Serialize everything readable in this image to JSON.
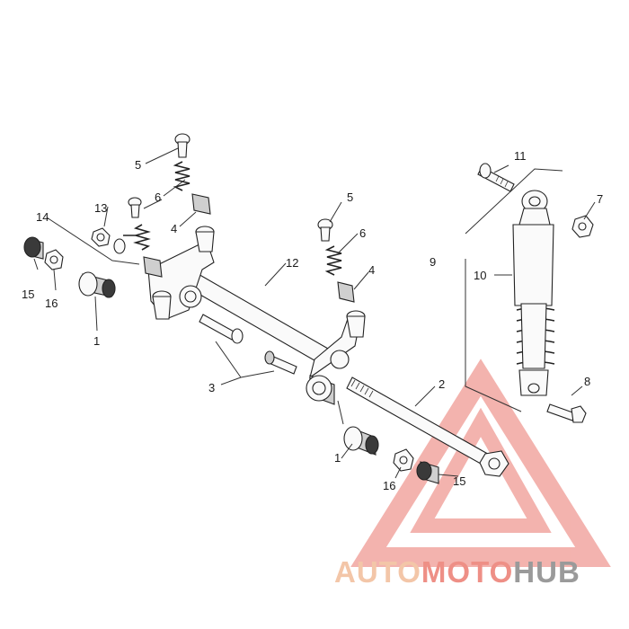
{
  "callouts": {
    "c1a": "1",
    "c1b": "1",
    "c2": "2",
    "c3": "3",
    "c4a": "4",
    "c4b": "4",
    "c5a": "5",
    "c5b": "5",
    "c6a": "6",
    "c6b": "6",
    "c7": "7",
    "c8": "8",
    "c9": "9",
    "c10": "10",
    "c11": "11",
    "c12": "12",
    "c13": "13",
    "c14": "14",
    "c15a": "15",
    "c15b": "15",
    "c16a": "16",
    "c16b": "16"
  },
  "watermark": {
    "part1": "AUTO",
    "part2": "MOTO",
    "part3": "HUB",
    "color_light": "#f3c6a8",
    "color_mid": "#ee8f86",
    "color_dark": "#9a9a9a"
  }
}
